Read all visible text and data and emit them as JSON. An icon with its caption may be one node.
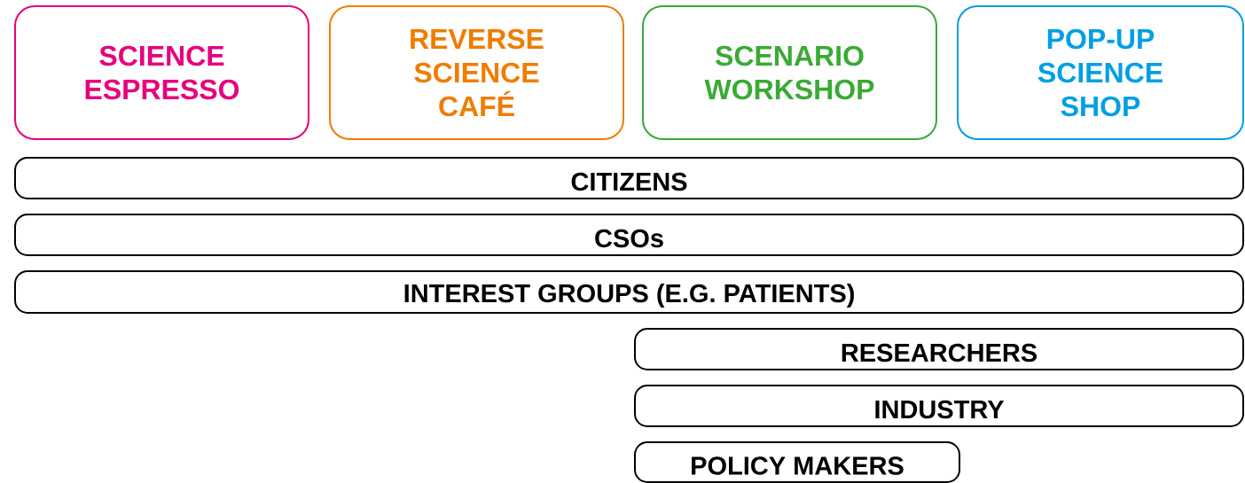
{
  "diagram": {
    "nodes": [
      {
        "text": [
          "SCIENCE ESPRESSO"
        ]
      },
      {
        "text": [
          "REVERSE SCIENCE CAFÉ"
        ]
      },
      {
        "text": [
          "SCENARIO WORKSHOP"
        ]
      },
      {
        "text": [
          "POP-UP SCIENCE SHOP"
        ]
      },
      {
        "text": [
          "CITIZENS"
        ]
      },
      {
        "text": [
          "CSOs"
        ]
      },
      {
        "text": [
          "INTEREST GROUPS (E.G. PATIENTS)"
        ]
      },
      {
        "text": [
          "RESEARCHERS"
        ]
      },
      {
        "text": [
          "INDUSTRY"
        ]
      },
      {
        "text": [
          "POLICY MAKERS"
        ]
      }
    ]
  }
}
